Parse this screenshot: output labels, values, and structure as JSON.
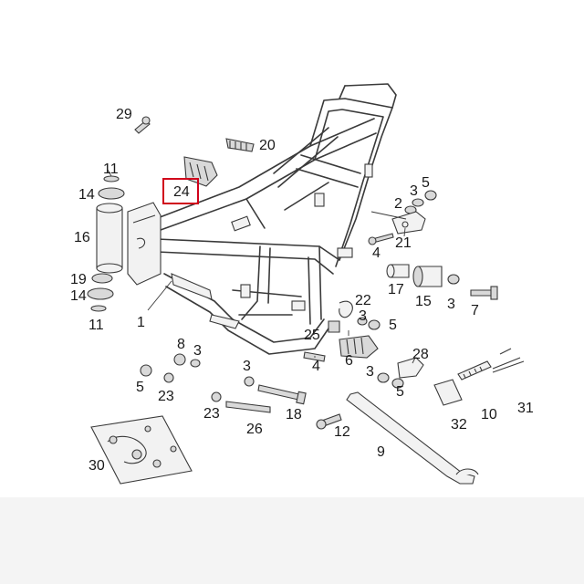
{
  "diagram": {
    "part_numbers": [
      "29",
      "20",
      "11",
      "14",
      "16",
      "19",
      "14",
      "11",
      "1",
      "24",
      "2",
      "3",
      "5",
      "21",
      "4",
      "17",
      "15",
      "3",
      "7",
      "22",
      "3",
      "5",
      "25",
      "6",
      "8",
      "3",
      "5",
      "23",
      "3",
      "26",
      "18",
      "23",
      "4",
      "28",
      "3",
      "5",
      "10",
      "31",
      "32",
      "12",
      "9",
      "30"
    ],
    "highlight": {
      "label_index": 9,
      "color": "#d0021b"
    }
  }
}
